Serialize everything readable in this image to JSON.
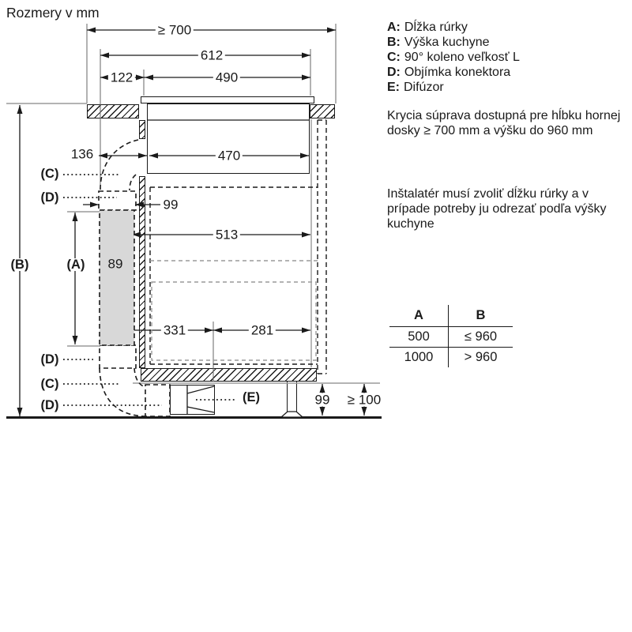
{
  "title": "Rozmery v mm",
  "legend": {
    "items": [
      {
        "key": "A:",
        "text": "Dĺžka rúrky"
      },
      {
        "key": "B:",
        "text": "Výška kuchyne"
      },
      {
        "key": "C:",
        "text": "90° koleno veľkosť L"
      },
      {
        "key": "D:",
        "text": "Objímka konektora"
      },
      {
        "key": "E:",
        "text": "Difúzor"
      }
    ]
  },
  "notes": {
    "note1": "Krycia súprava dostupná pre hĺbku hornej dosky ≥ 700 mm a výšku do 960 mm",
    "note2": "Inštalatér musí zvoliť dĺžku rúrky a v prípade potreby ju odrezať podľa výšky kuchyne"
  },
  "spec_table": {
    "col_a": "A",
    "col_b": "B",
    "rows": [
      {
        "a": "500",
        "b": "≤ 960"
      },
      {
        "a": "1000",
        "b": "> 960"
      }
    ]
  },
  "diagram": {
    "dimensions": {
      "min_depth": "≥ 700",
      "top_width": "612",
      "left_offset": "122",
      "cutout_width": "490",
      "hob_width": "470",
      "elbow_clearance": "136",
      "connector_width": "99",
      "inner_width": "513",
      "duct_width": "89",
      "span_left": "331",
      "span_right": "281",
      "bottom_clearance": "99",
      "floor_clearance": "≥ 100"
    },
    "part_labels": {
      "a": "(A)",
      "b": "(B)",
      "c": "(C)",
      "d": "(D)",
      "e": "(E)"
    }
  }
}
